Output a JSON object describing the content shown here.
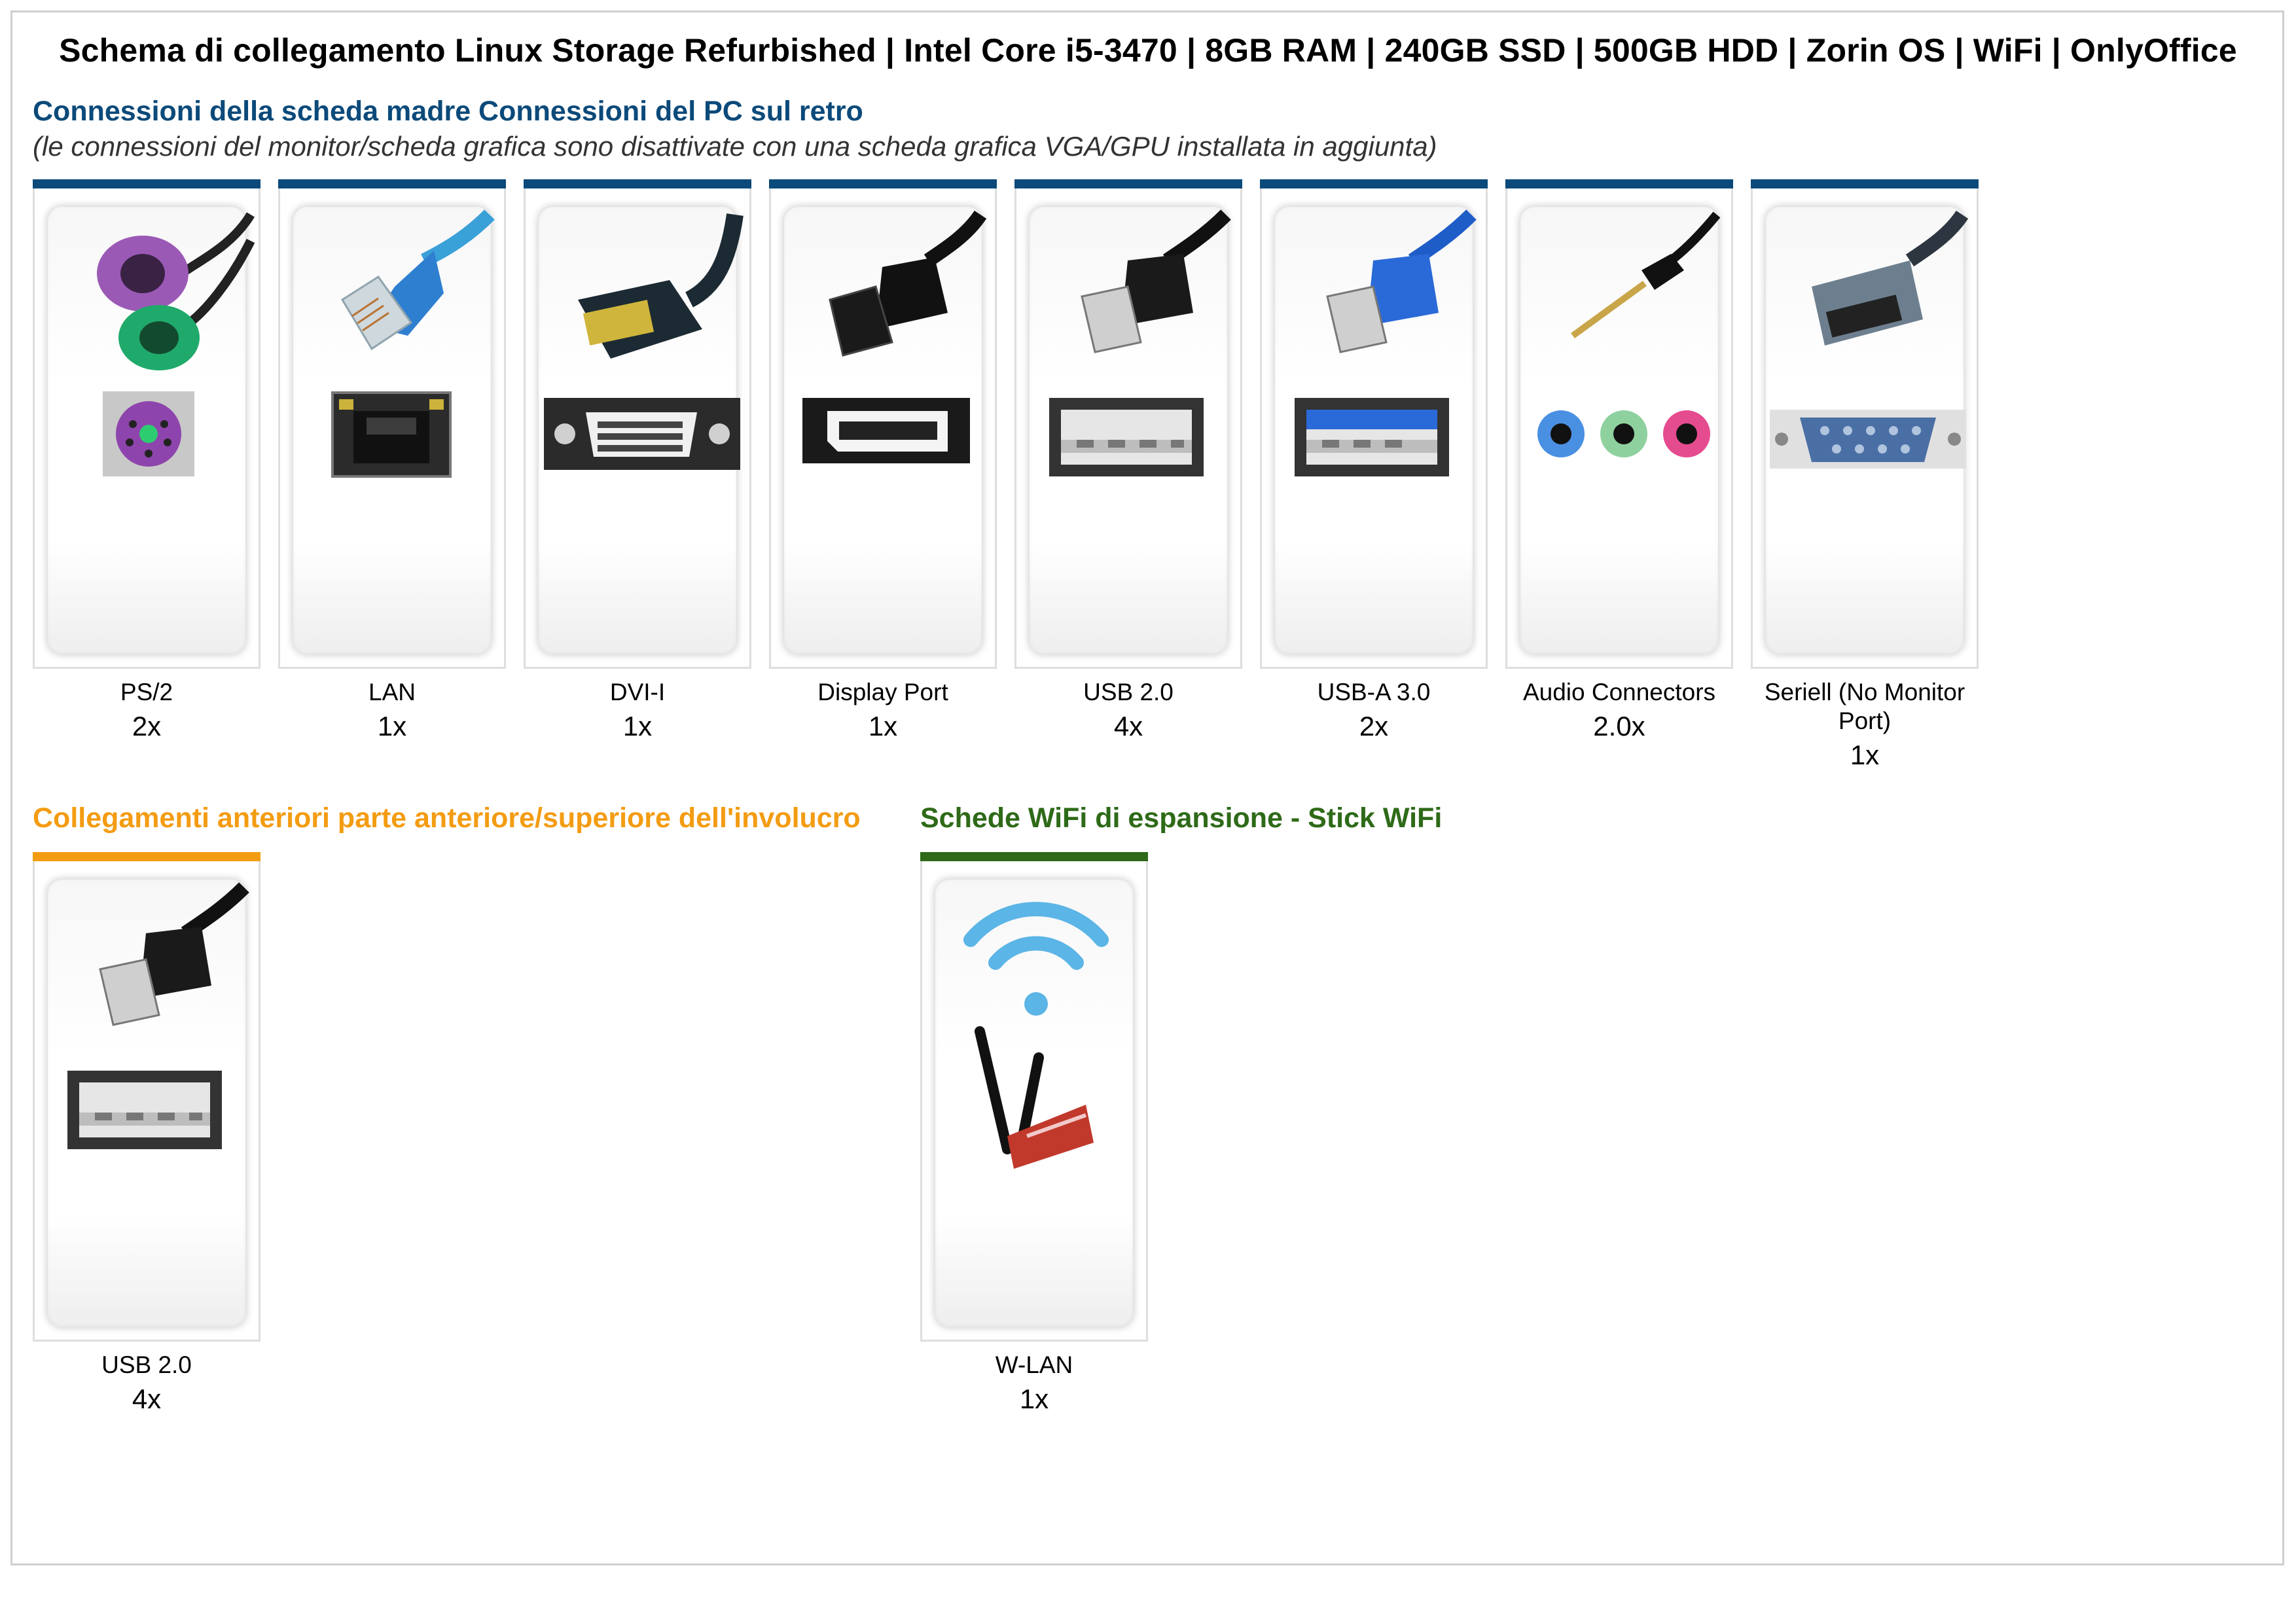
{
  "title": "Schema di collegamento Linux Storage Refurbished | Intel Core i5-3470 | 8GB RAM | 240GB SSD | 500GB HDD | Zorin OS | WiFi | OnlyOffice",
  "colors": {
    "rear": "#0b4a7a",
    "front": "#f39c12",
    "wifi": "#2e6a18"
  },
  "rear": {
    "heading": "Connessioni della scheda madre Connessioni del PC sul retro",
    "note": "(le connessioni del monitor/scheda grafica sono disattivate con una scheda grafica VGA/GPU installata in aggiunta)",
    "ports": [
      {
        "icon": "ps2-connector-icon",
        "label": "PS/2",
        "count": "2x"
      },
      {
        "icon": "ethernet-connector-icon",
        "label": "LAN",
        "count": "1x"
      },
      {
        "icon": "dvi-connector-icon",
        "label": "DVI-I",
        "count": "1x"
      },
      {
        "icon": "displayport-connector-icon",
        "label": "Display Port",
        "count": "1x"
      },
      {
        "icon": "usb2-connector-icon",
        "label": "USB 2.0",
        "count": "4x"
      },
      {
        "icon": "usb3-connector-icon",
        "label": "USB-A 3.0",
        "count": "2x"
      },
      {
        "icon": "audio-jack-icon",
        "label": "Audio Connectors",
        "count": "2.0x"
      },
      {
        "icon": "serial-connector-icon",
        "label": "Seriell (No Monitor Port)",
        "count": "1x"
      }
    ]
  },
  "front": {
    "heading": "Collegamenti anteriori parte anteriore/superiore dell'involucro",
    "ports": [
      {
        "icon": "usb2-connector-icon",
        "label": "USB 2.0",
        "count": "4x"
      }
    ]
  },
  "wifi": {
    "heading": "Schede WiFi di espansione - Stick WiFi",
    "ports": [
      {
        "icon": "wifi-card-icon",
        "label": "W-LAN",
        "count": "1x"
      }
    ]
  }
}
